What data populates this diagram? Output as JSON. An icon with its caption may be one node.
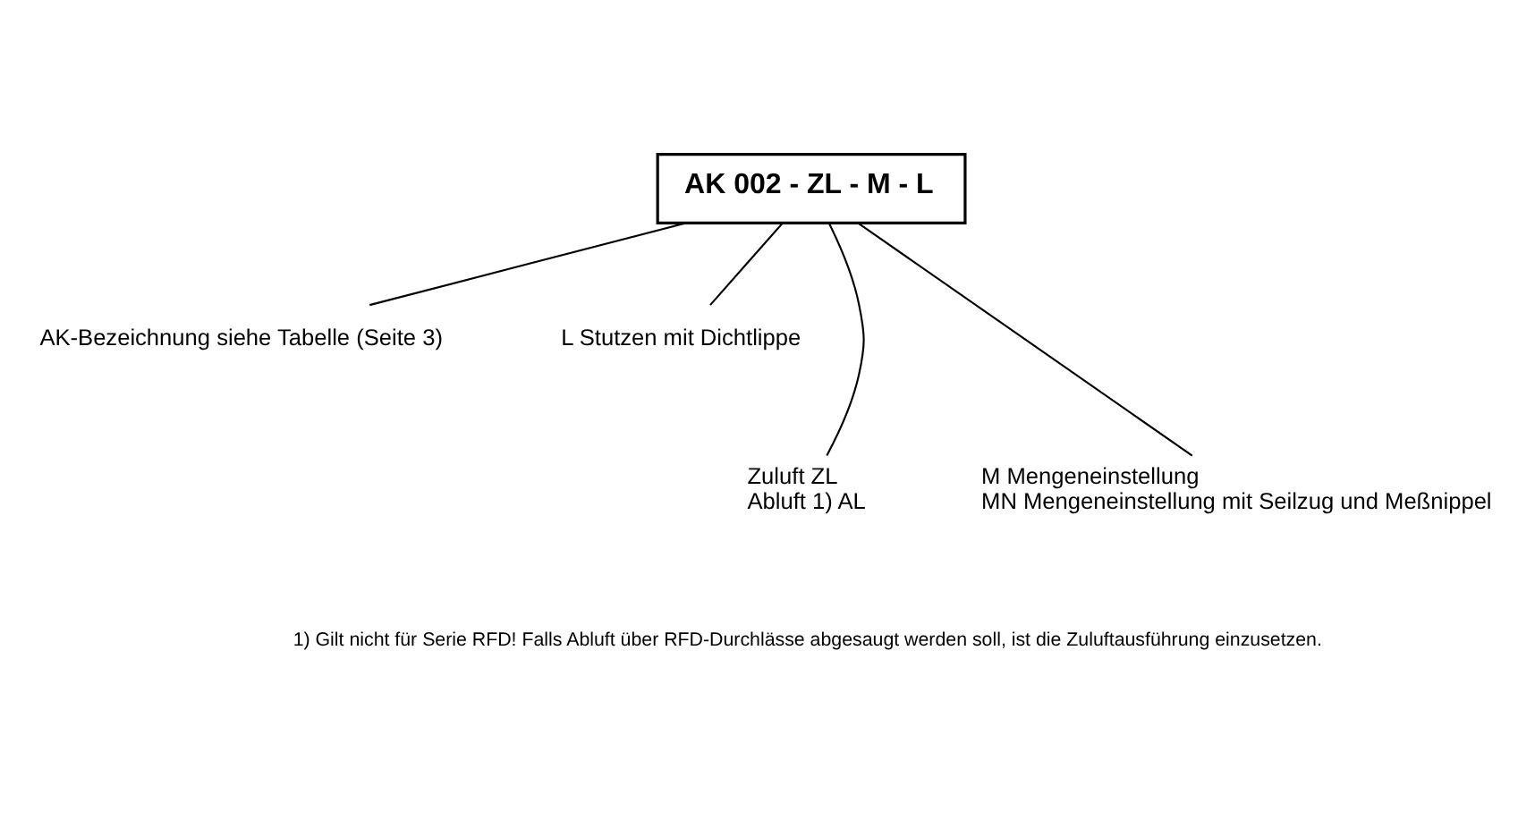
{
  "diagram": {
    "nodes": [
      {
        "text": [
          "AK 002 - ZL - M - L"
        ]
      },
      {
        "text": [
          "AK-Bezeichnung siehe Tabelle (Seite 3)"
        ]
      },
      {
        "text": [
          "L Stutzen mit Dichtlippe"
        ]
      },
      {
        "text": [
          "Zuluft ZL",
          "Abluft 1) AL"
        ]
      },
      {
        "text": [
          "M Mengeneinstellung",
          "MN Mengeneinstellung mit Seilzug und Meßnippel"
        ]
      }
    ],
    "edges": [
      {
        "from": 0,
        "to": 1,
        "arrow": "none"
      },
      {
        "from": 0,
        "to": 3,
        "arrow": "none"
      },
      {
        "from": 0,
        "to": 4,
        "arrow": "none"
      },
      {
        "from": 0,
        "to": 2,
        "arrow": "none"
      }
    ],
    "labels": [
      "1) Gilt nicht für Serie RFD! Falls Abluft über RFD-Durchlässe abgesaugt werden soll, ist die Zuluftausführung einzusetzen."
    ]
  }
}
